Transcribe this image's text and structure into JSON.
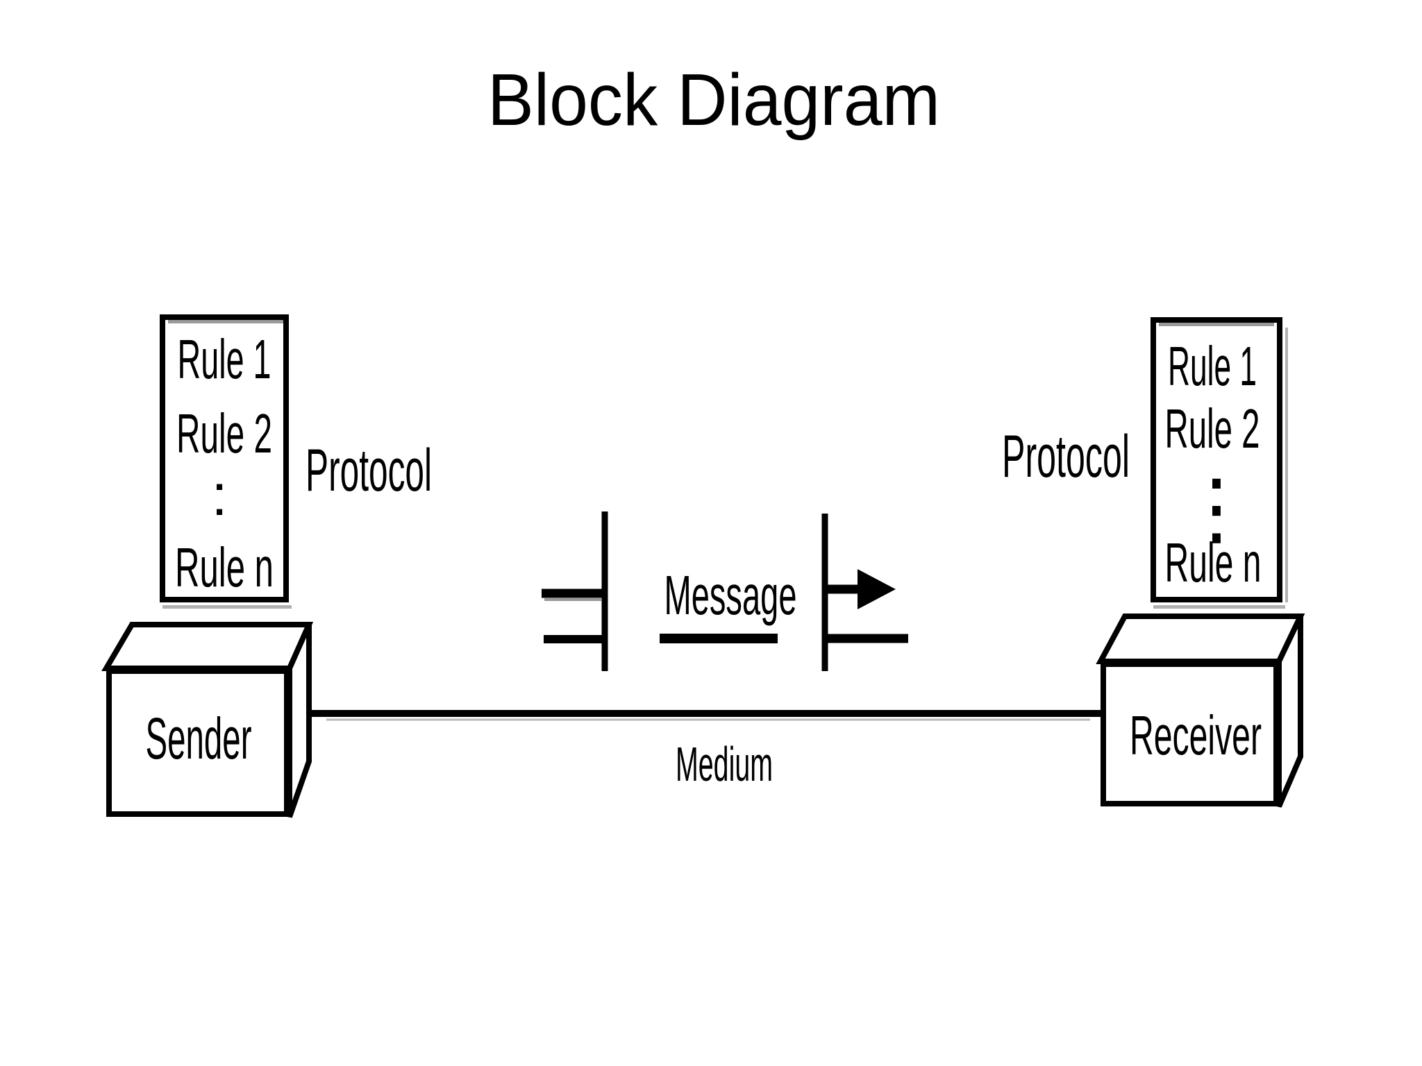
{
  "title": "Block Diagram",
  "colors": {
    "ink": "#000000",
    "background": "#ffffff",
    "shadow": "#aaaaaa"
  },
  "left_protocol": {
    "label": "Protocol",
    "rules": [
      "Rule 1",
      "Rule 2"
    ],
    "ellipsis": ":",
    "last_rule": "Rule n"
  },
  "right_protocol": {
    "label": "Protocol",
    "rules": [
      "Rule 1",
      "Rule 2"
    ],
    "ellipsis": "⋮",
    "last_rule": "Rule n"
  },
  "sender": {
    "label": "Sender"
  },
  "receiver": {
    "label": "Receiver"
  },
  "message": {
    "label": "Message"
  },
  "medium": {
    "label": "Medium"
  }
}
